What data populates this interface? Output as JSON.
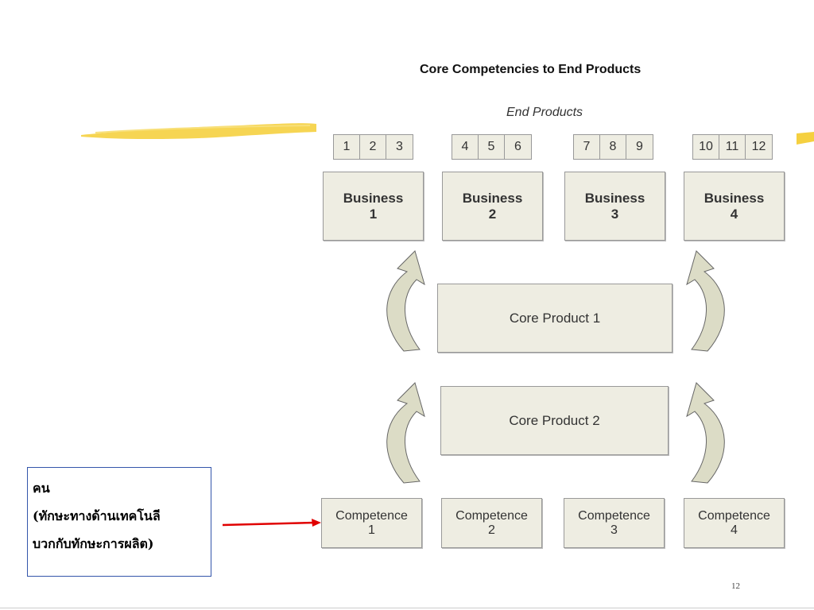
{
  "title": "Core Competencies to End Products",
  "end_products_label": "End Products",
  "product_groups": [
    [
      "1",
      "2",
      "3"
    ],
    [
      "4",
      "5",
      "6"
    ],
    [
      "7",
      "8",
      "9"
    ],
    [
      "10",
      "11",
      "12"
    ]
  ],
  "businesses": [
    "Business\n1",
    "Business\n2",
    "Business\n3",
    "Business\n4"
  ],
  "core_products": [
    "Core Product  1",
    "Core Product  2"
  ],
  "competences": [
    "Competence\n1",
    "Competence\n2",
    "Competence\n3",
    "Competence\n4"
  ],
  "note": {
    "line1": "คน",
    "line2": "(ทักษะทางด้านเทคโนลี",
    "line3": "บวกกับทักษะการผลิต)"
  },
  "page_number": "12",
  "colors": {
    "box_fill": "#eeede2",
    "arrow_fill": "#dcdcc6",
    "pointer_arrow": "#e00000",
    "highlight": "#f5d040"
  }
}
